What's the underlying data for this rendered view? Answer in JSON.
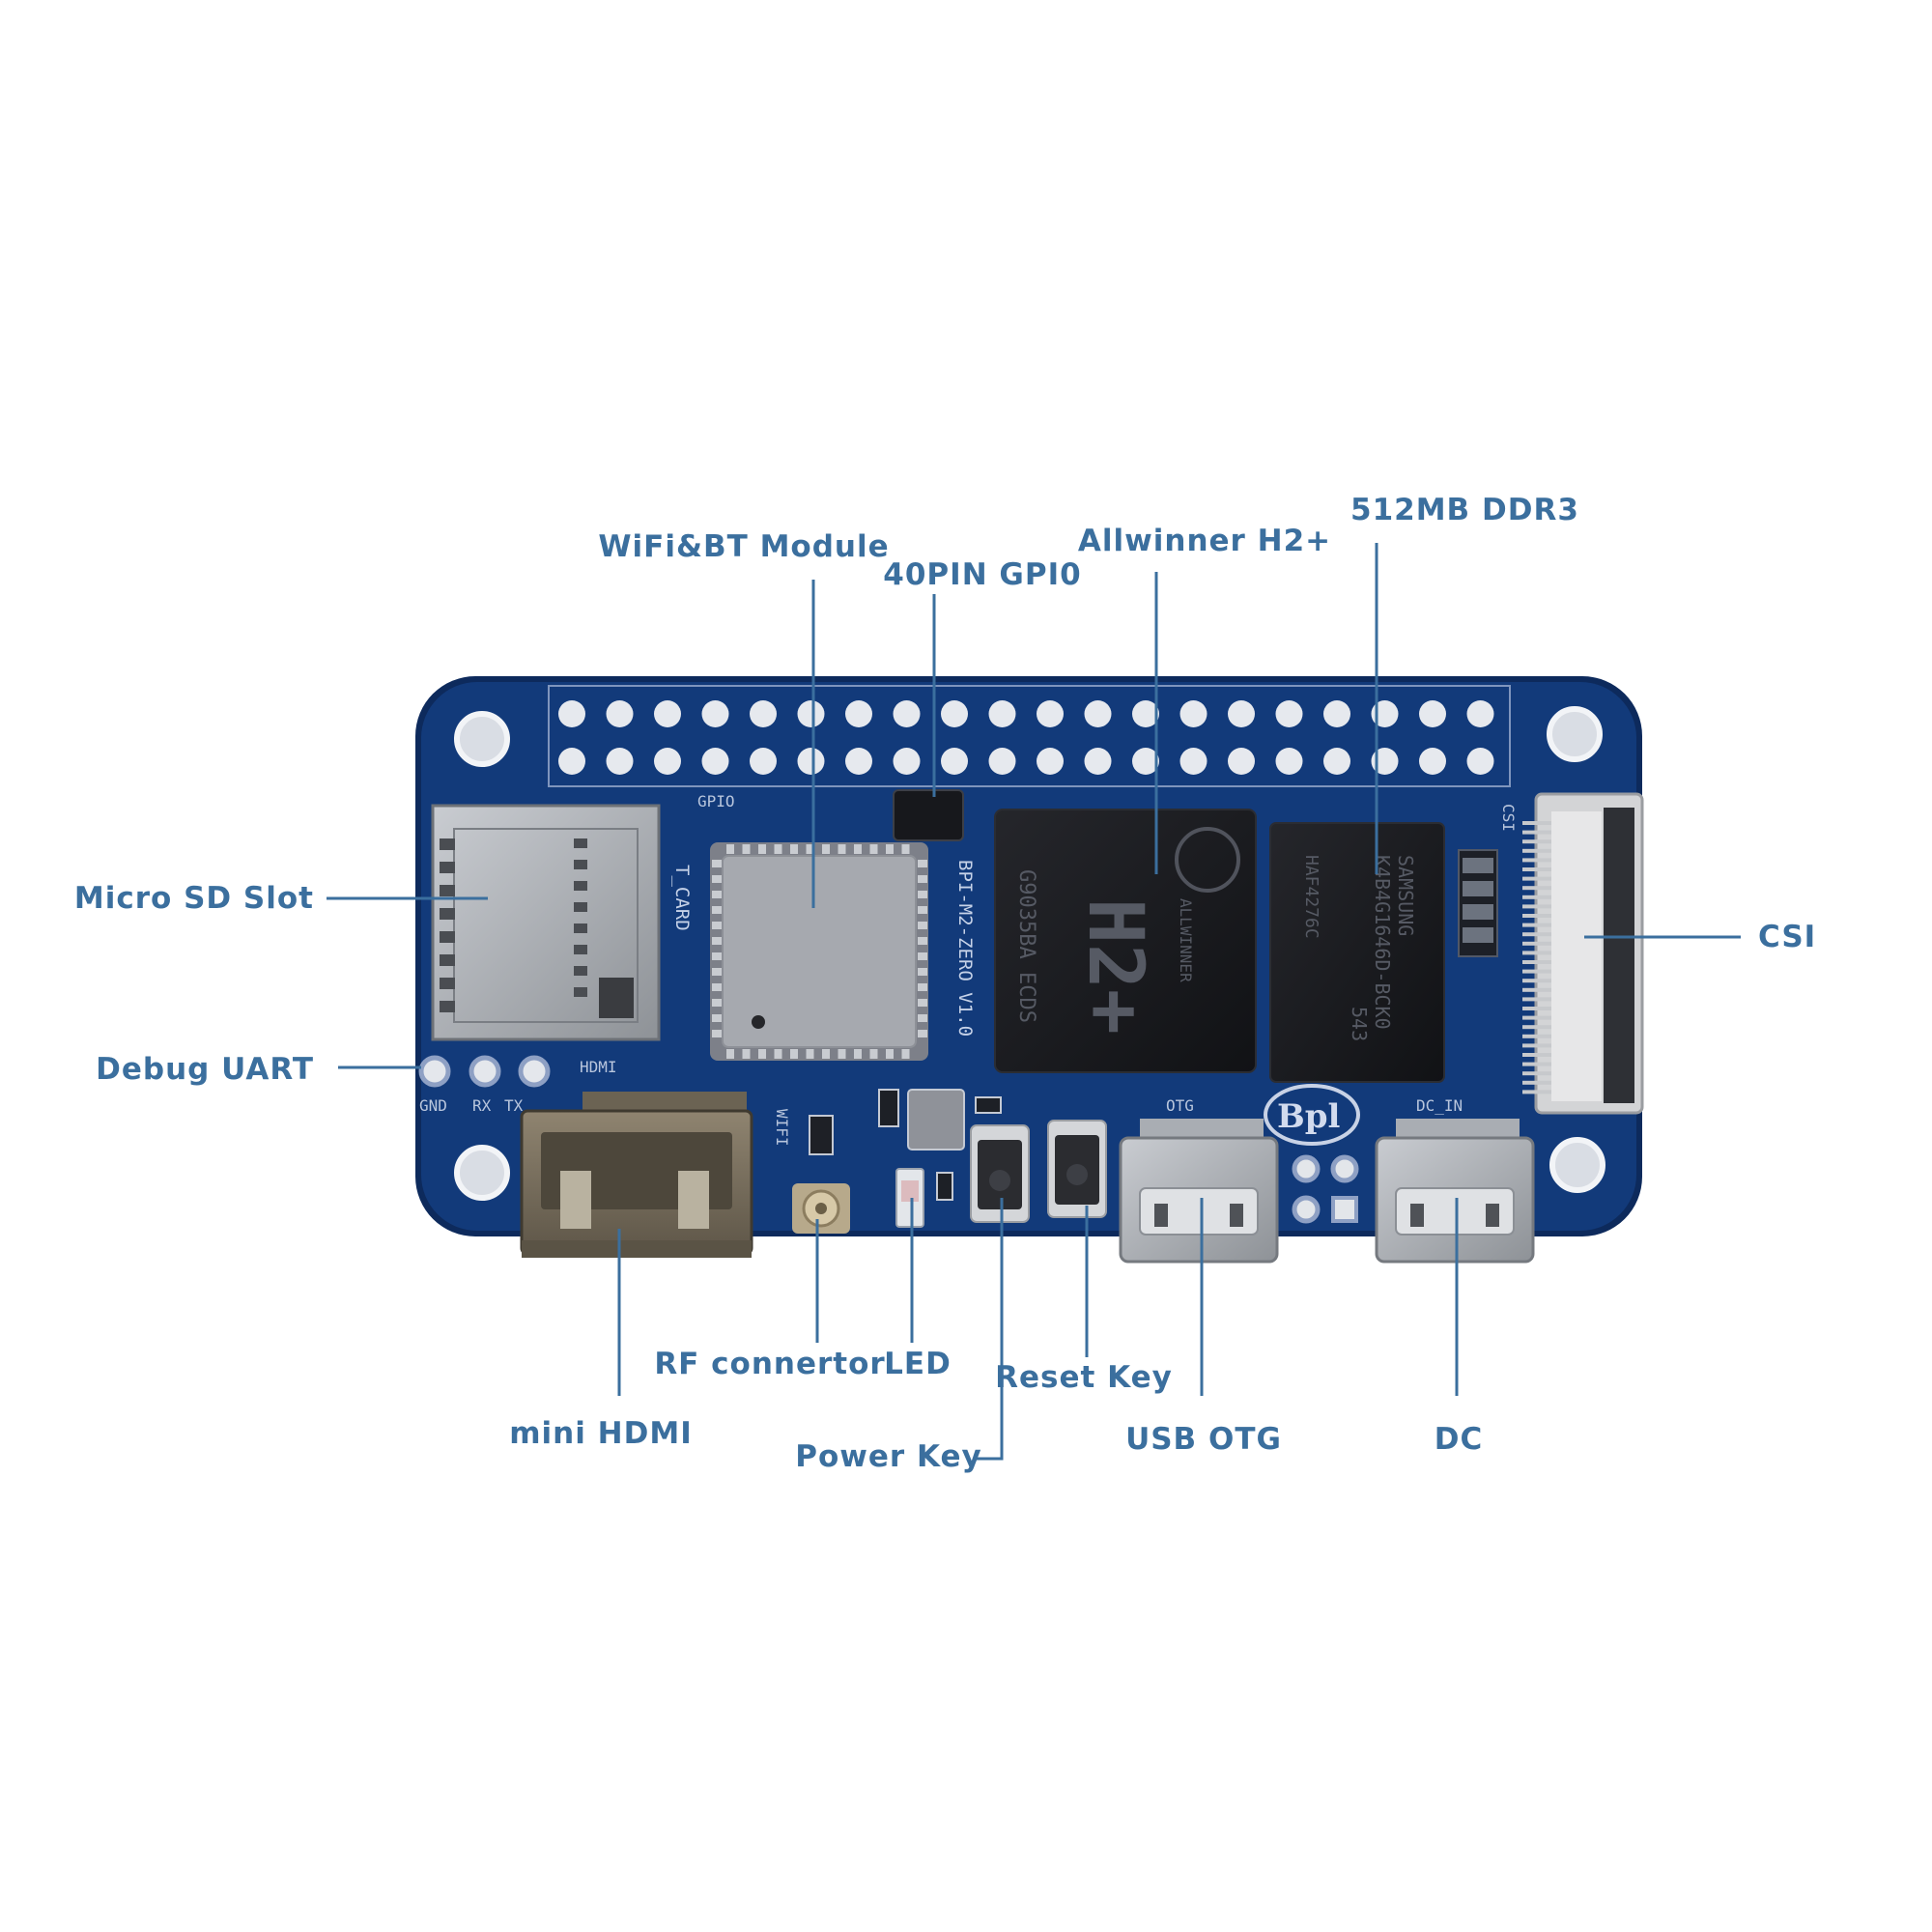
{
  "labels": {
    "wifi_bt": "WiFi&BT Module",
    "gpio40": "40PIN GPI0",
    "allwinner": "Allwinner H2+",
    "ddr3": "512MB DDR3",
    "micro_sd": "Micro SD Slot",
    "debug_uart": "Debug UART",
    "csi": "CSI",
    "rf": "RF connertor",
    "led": "LED",
    "reset_key": "Reset Key",
    "mini_hdmi": "mini HDMI",
    "power_key": "Power Key",
    "usb_otg": "USB OTG",
    "dc": "DC"
  },
  "silkscreen": {
    "gpio": "GPIO",
    "tcard": "T_CARD",
    "hdmi": "HDMI",
    "gnd": "GND",
    "rx": "RX",
    "tx": "TX",
    "wifi": "WIFI",
    "otg": "OTG",
    "dcin": "DC_IN",
    "csi": "CSI",
    "board_name": "BPI-M2-ZERO V1.0",
    "logo": "Bpl"
  },
  "chip_marks": {
    "soc_big": "H2+",
    "soc_brand": "ALLWINNER",
    "soc_code": "G9035BA ECDS",
    "ram_brand": "SAMSUNG",
    "ram_part": "K4B4G1646D-BCK0",
    "ram_code": "543",
    "ram_lot": "HAF4276C"
  },
  "colors": {
    "pcb": "#123a7a",
    "pcb_edge": "#0d2a5c",
    "callout": "#3b6f9e",
    "pin": "#e6e9ee",
    "metal": "#a9adb3",
    "chip": "#1a1b1f"
  }
}
